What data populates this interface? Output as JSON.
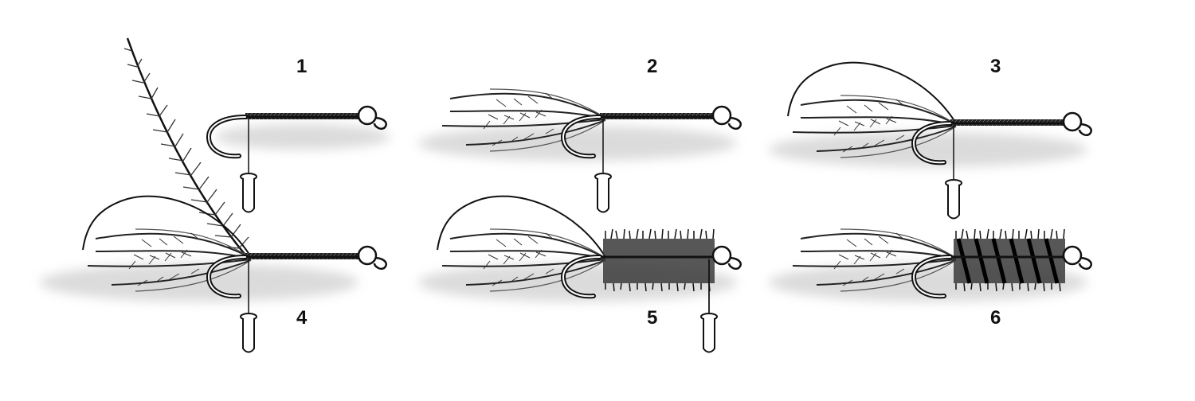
{
  "steps": [
    {
      "number": "1"
    },
    {
      "number": "2"
    },
    {
      "number": "3"
    },
    {
      "number": "4"
    },
    {
      "number": "5"
    },
    {
      "number": "6"
    }
  ],
  "colors": {
    "ink": "#111111",
    "shadow": "#9a9a9a",
    "background": "#ffffff"
  }
}
